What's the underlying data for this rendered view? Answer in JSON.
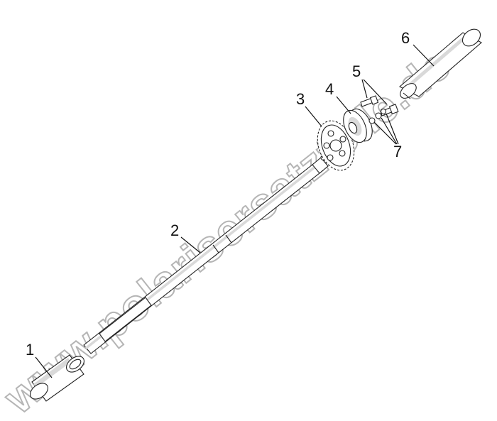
{
  "watermark": "www.polarisersatzteile.de",
  "callouts": [
    {
      "id": "1",
      "label": "1"
    },
    {
      "id": "2",
      "label": "2"
    },
    {
      "id": "3",
      "label": "3"
    },
    {
      "id": "4",
      "label": "4"
    },
    {
      "id": "5",
      "label": "5"
    },
    {
      "id": "6",
      "label": "6"
    },
    {
      "id": "7",
      "label": "7"
    }
  ]
}
